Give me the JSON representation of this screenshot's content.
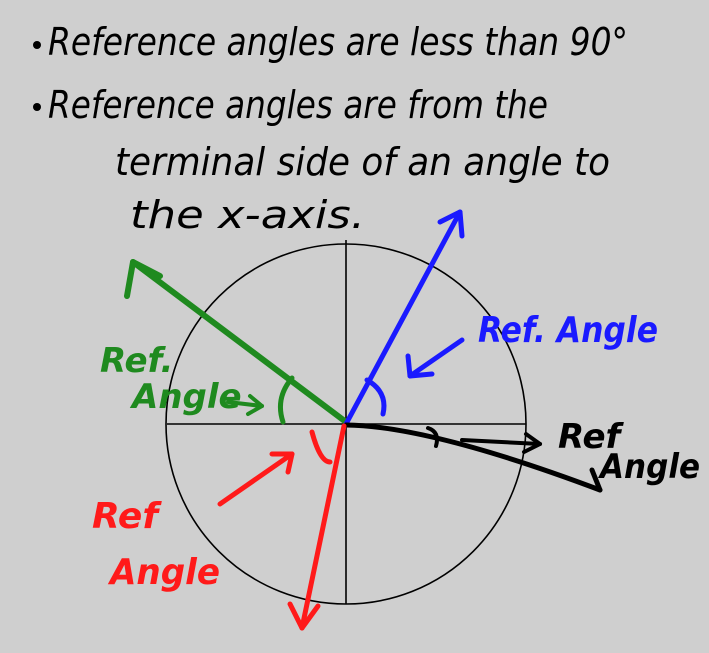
{
  "notes": {
    "bullet_1": "Reference angles are less than 90°",
    "bullet_2_line_1": "Reference angles are from the",
    "bullet_2_line_2": "terminal side of an angle to",
    "bullet_2_line_3": "the x-axis."
  },
  "labels": {
    "green_line_1": "Ref.",
    "green_line_2": "Angle",
    "blue": "Ref. Angle",
    "black_line_1": "Ref",
    "black_line_2": "Angle",
    "red_line_1": "Ref",
    "red_line_2": "Angle"
  },
  "colors": {
    "background": "#cfcfcf",
    "ink": "#000000",
    "green": "#1f8a1f",
    "blue": "#1a1aff",
    "red": "#ff1a1a"
  }
}
